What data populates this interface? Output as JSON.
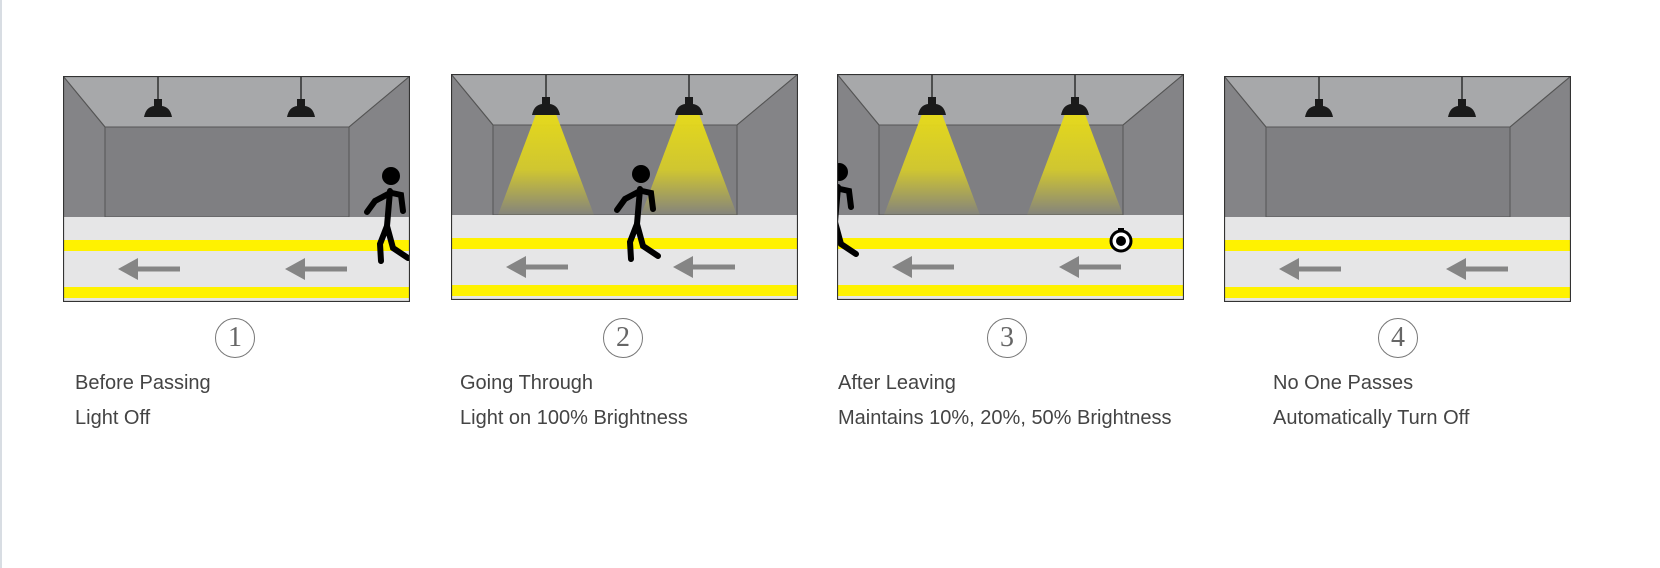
{
  "steps": [
    {
      "number": "1",
      "title": "Before Passing",
      "description": "Light Off",
      "light": "off"
    },
    {
      "number": "2",
      "title": "Going Through",
      "description": "Light on 100% Brightness",
      "light": "on"
    },
    {
      "number": "3",
      "title": "After Leaving",
      "description": "Maintains 10%, 20%, 50% Brightness",
      "light": "dim"
    },
    {
      "number": "4",
      "title": "No One Passes",
      "description": "Automatically Turn Off",
      "light": "off"
    }
  ],
  "colors": {
    "ceiling": "#a7a8aa",
    "wall": "#848487",
    "floor": "#e6e6e7",
    "stripe": "#fff200",
    "arrow": "#858585",
    "beam": "#e4d81c"
  }
}
